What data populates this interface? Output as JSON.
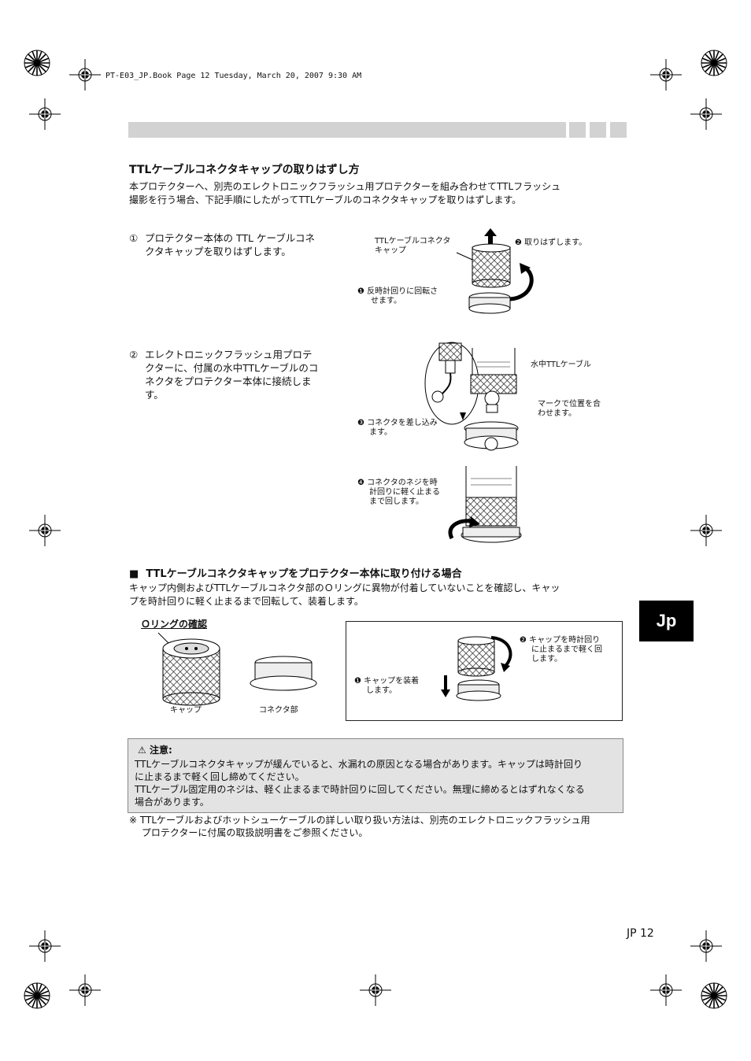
{
  "print_header": "PT-E03_JP.Book  Page 12  Tuesday, March 20, 2007  9:30 AM",
  "title": "TTLケーブルコネクタキャップの取りはずし方",
  "intro": [
    "本プロテクターへ、別売のエレクトロニックフラッシュ用プロテクターを組み合わせてTTLフラッシュ",
    "撮影を行う場合、下記手順にしたがってTTLケーブルのコネクタキャップを取りはずします。"
  ],
  "step1": {
    "num": "①",
    "lines": [
      "プロテクター本体の TTL ケーブルコネ",
      "クタキャップを取りはずします。"
    ]
  },
  "step2": {
    "num": "②",
    "lines": [
      "エレクトロニックフラッシュ用プロテ",
      "クターに、付属の水中TTLケーブルのコ",
      "ネクタをプロテクター本体に接続しま",
      "す。"
    ]
  },
  "fig1": {
    "cap_label": [
      "TTLケーブルコネクタ",
      "キャップ"
    ],
    "b1": "❶",
    "b1_text": [
      "反時計回りに回転さ",
      "せます。"
    ],
    "b2": "❷",
    "b2_text": [
      "取りはずします。"
    ]
  },
  "fig2": {
    "cable_label": "水中TTLケーブル",
    "mark_label": [
      "マークで位置を合",
      "わせます。"
    ],
    "b3": "❸",
    "b3_text": [
      "コネクタを差し込み",
      "ます。"
    ],
    "b4": "❹",
    "b4_text": [
      "コネクタのネジを時",
      "計回りに軽く止まる",
      "まで回します。"
    ]
  },
  "section2": {
    "bullet": "■",
    "title": "TTLケーブルコネクタキャップをプロテクター本体に取り付ける場合",
    "text": [
      "キャップ内側およびTTLケーブルコネクタ部のＯリングに異物が付着していないことを確認し、キャッ",
      "プを時計回りに軽く止まるまで回転して、装着します。"
    ],
    "oring_title": "Ｏリングの確認",
    "cap_caption": "キャップ",
    "conn_caption": "コネクタ部",
    "box": {
      "b1": "❶",
      "b1_text": [
        "キャップを装着",
        "します。"
      ],
      "b2": "❷",
      "b2_text": [
        "キャップを時計回り",
        "に止まるまで軽く回",
        "します。"
      ]
    }
  },
  "caution": {
    "title": "注意:",
    "lines": [
      "TTLケーブルコネクタキャップが緩んでいると、水漏れの原因となる場合があります。キャップは時計回り",
      "に止まるまで軽く回し締めてください。",
      "TTLケーブル固定用のネジは、軽く止まるまで時計回りに回してください。無理に締めるとはずれなくなる",
      "場合があります。"
    ]
  },
  "note": [
    "※ TTLケーブルおよびホットシューケーブルの詳しい取り扱い方法は、別売のエレクトロニックフラッシュ用",
    "　 プロテクターに付属の取扱説明書をご参照ください。"
  ],
  "lang_tab": "Jp",
  "page_number": "JP 12"
}
